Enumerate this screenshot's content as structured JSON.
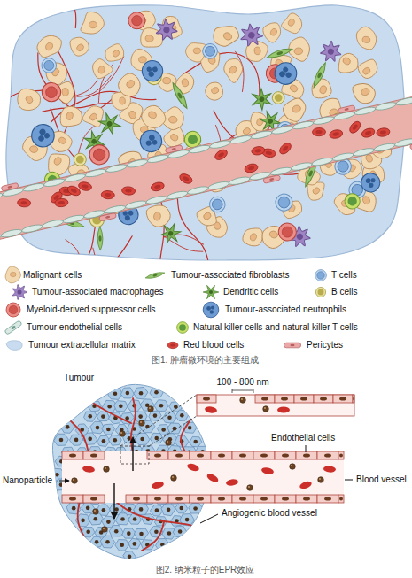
{
  "diagram": {
    "labels": [
      "图1. 肿瘤微环境的主要组成",
      "Tumour",
      "100 - 800 nm",
      "Endothelial cells",
      "Nanoparticle",
      "Blood vessel",
      "Angiogenic blood vessel",
      "图2. 纳米粒子的EPR效应"
    ],
    "legend": [
      {
        "text": "Malignant cells"
      },
      {
        "text": "Tumour-associated fibroblasts"
      },
      {
        "text": "T cells"
      },
      {
        "text": "Tumour-associated macrophages"
      },
      {
        "text": "Dendritic cells"
      },
      {
        "text": "B cells"
      },
      {
        "text": "Myeloid-derived suppressor cells"
      },
      {
        "text": "Tumour-associated neutrophils"
      },
      {
        "text": "Tumour endothelial cells"
      },
      {
        "text": "Natural killer cells and natural killer T cells"
      },
      {
        "text": "Tumour extracellular matrix"
      },
      {
        "text": "Red blood cells"
      },
      {
        "text": "Pericytes"
      }
    ]
  }
}
